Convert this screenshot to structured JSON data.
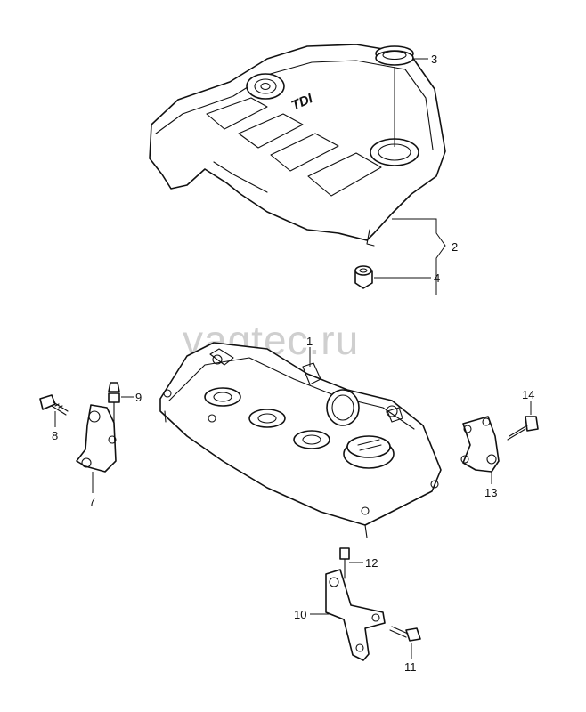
{
  "watermark": "vagtec.ru",
  "logo": {
    "text": "TDI"
  },
  "callouts": {
    "c1": "1",
    "c2": "2",
    "c3": "3",
    "c4": "4",
    "c5": "7",
    "c6": "8",
    "c7": "9",
    "c8": "10",
    "c9": "11",
    "c10": "12",
    "c11": "13",
    "c12": "14"
  }
}
